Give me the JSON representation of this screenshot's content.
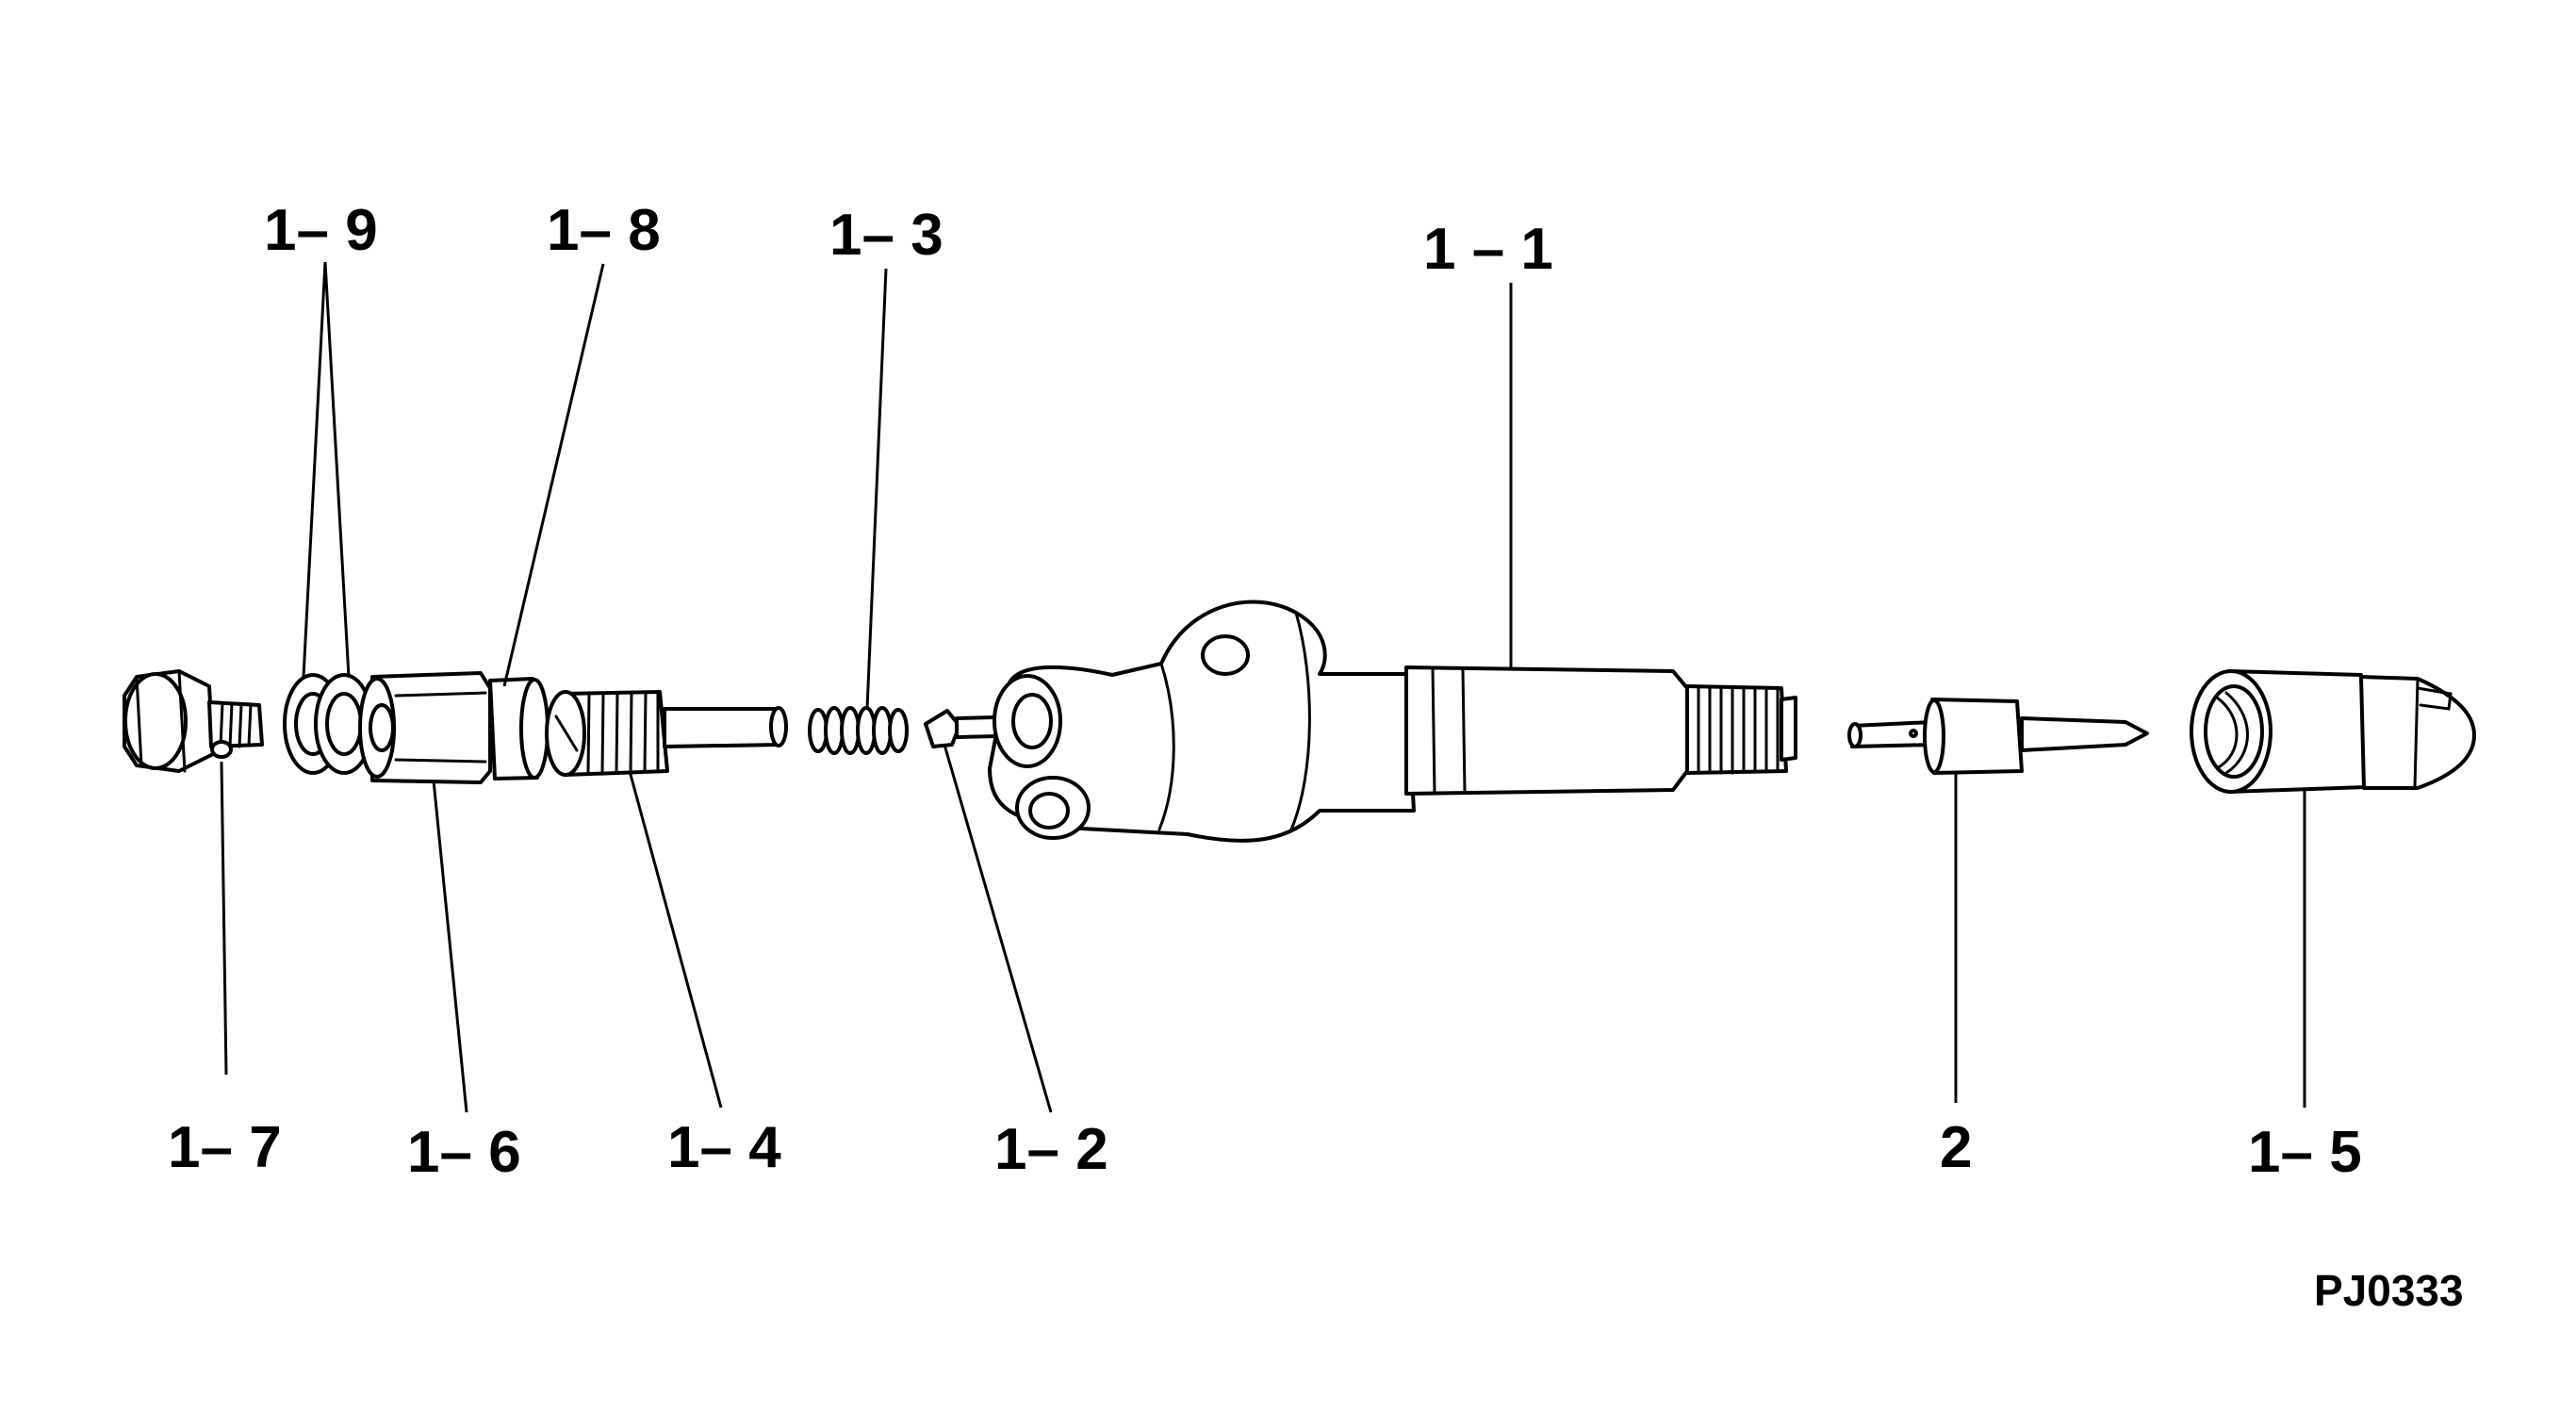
{
  "callouts": {
    "c1_9": "1– 9",
    "c1_8": "1– 8",
    "c1_3": "1– 3",
    "c1_1": "1 – 1",
    "c1_7": "1– 7",
    "c1_6": "1– 6",
    "c1_4": "1– 4",
    "c1_2": "1– 2",
    "c2": "2",
    "c1_5": "1– 5"
  },
  "figure_code": "PJ0333"
}
